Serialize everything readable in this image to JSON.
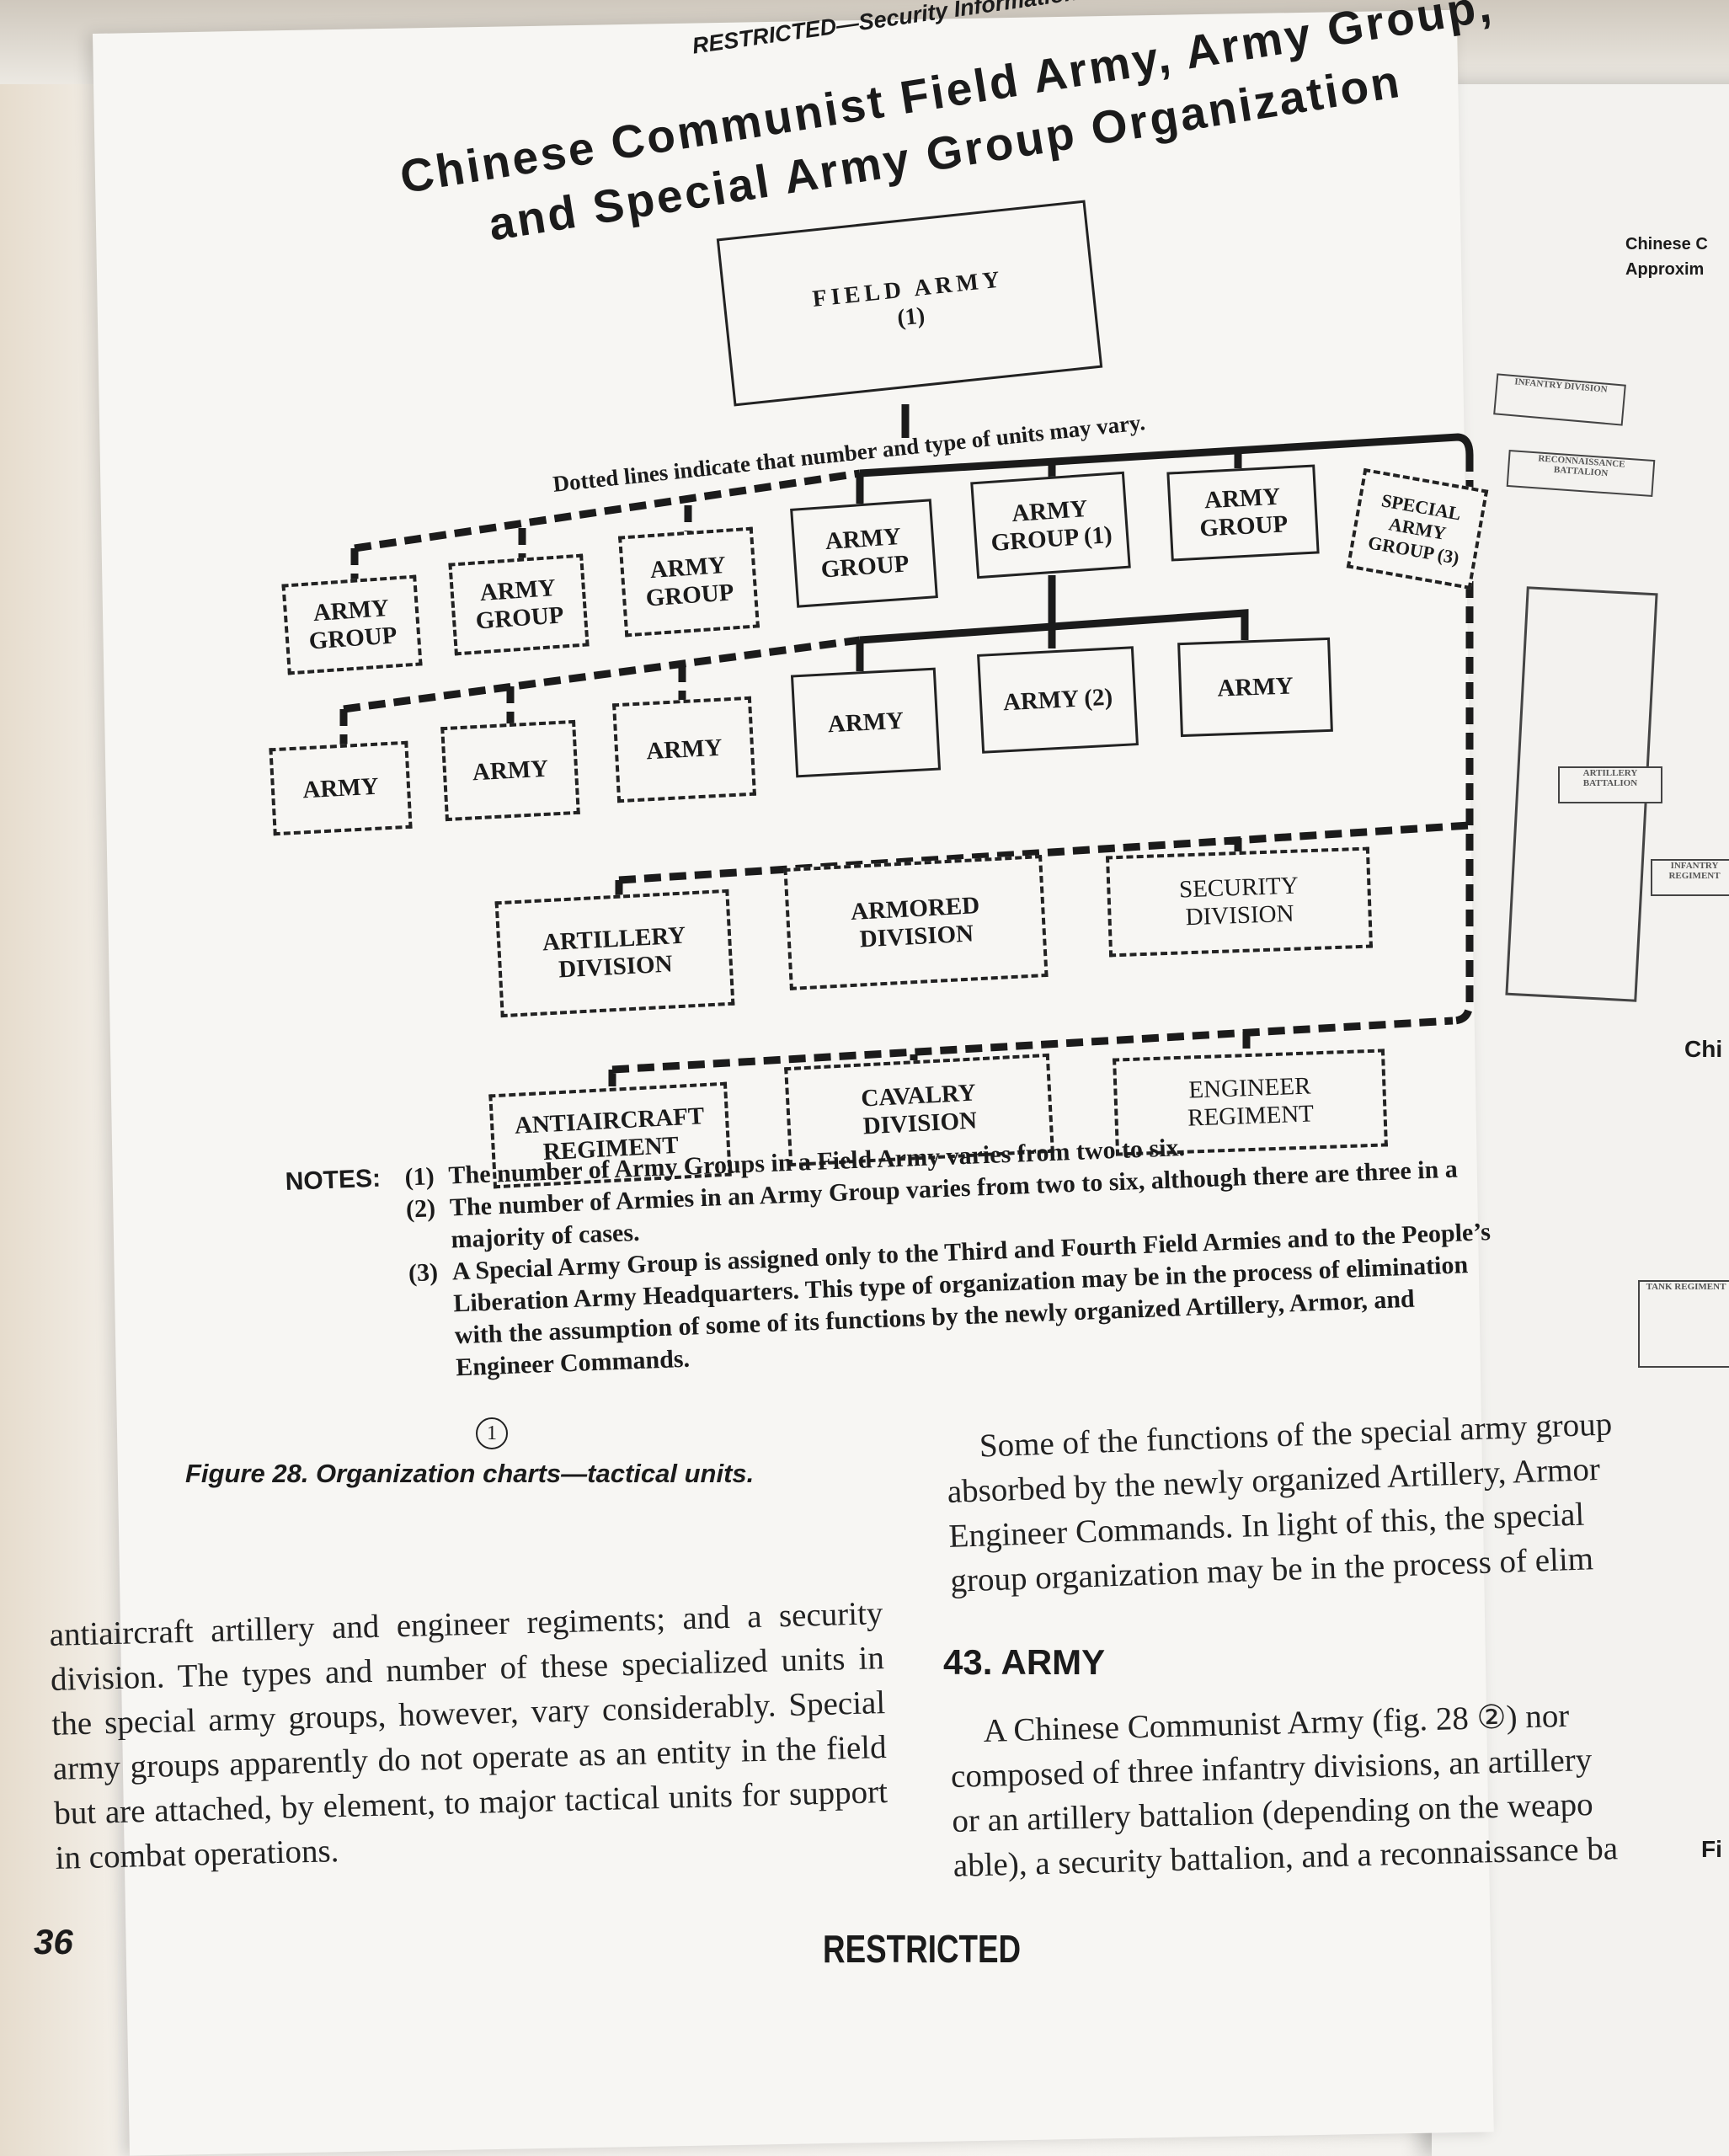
{
  "header": {
    "security_marking": "RESTRICTED—Security Information",
    "title_line1": "Chinese Communist Field Army, Army Group,",
    "title_line2": "and Special Army Group Organization"
  },
  "chart": {
    "dotted_note": "Dotted lines indicate that number and type of units may vary.",
    "field_army": {
      "line1": "FIELD ARMY",
      "line2": "(1)"
    },
    "army_groups": [
      {
        "label": "ARMY GROUP",
        "style": "dashed"
      },
      {
        "label": "ARMY GROUP",
        "style": "dashed"
      },
      {
        "label": "ARMY GROUP",
        "style": "dashed"
      },
      {
        "label": "ARMY GROUP",
        "style": "solid"
      },
      {
        "label": "ARMY GROUP (1)",
        "style": "solid"
      },
      {
        "label": "ARMY GROUP",
        "style": "solid"
      },
      {
        "label": "SPECIAL ARMY GROUP (3)",
        "style": "dashed"
      }
    ],
    "armies": [
      {
        "label": "ARMY",
        "style": "dashed"
      },
      {
        "label": "ARMY",
        "style": "dashed"
      },
      {
        "label": "ARMY",
        "style": "dashed"
      },
      {
        "label": "ARMY",
        "style": "solid"
      },
      {
        "label": "ARMY (2)",
        "style": "solid"
      },
      {
        "label": "ARMY",
        "style": "solid"
      }
    ],
    "special_units_row1": [
      {
        "label": "ARTILLERY DIVISION"
      },
      {
        "label": "ARMORED DIVISION"
      },
      {
        "label": "SECURITY DIVISION"
      }
    ],
    "special_units_row2": [
      {
        "label": "ANTIAIRCRAFT REGIMENT"
      },
      {
        "label": "CAVALRY DIVISION"
      },
      {
        "label": "ENGINEER REGIMENT"
      }
    ]
  },
  "notes": {
    "label": "NOTES:",
    "items": [
      {
        "num": "(1)",
        "text": "The number of Army Groups in a Field Army varies from two to six."
      },
      {
        "num": "(2)",
        "text": "The number of Armies in an Army Group varies from two to six, although there are three in a majority of cases."
      },
      {
        "num": "(3)",
        "text": "A Special Army Group is assigned only to the Third and Fourth Field Armies and to the People’s Liberation Army Headquarters. This type of organization may be in the process of elimination with the assumption of some of its functions by the newly organized Artillery, Armor, and Engineer Commands."
      }
    ],
    "figure_part": "1"
  },
  "figure_caption": "Figure 28. Organization charts—tactical units.",
  "body": {
    "right_para1": "Some of the functions of the special army group absorbed by the newly organized Artillery, Armor Engineer Commands. In light of this, the special group organization may be in the process of elim",
    "left_para": "antiaircraft artillery and engineer regiments; and a security division. The types and number of these specialized units in the special army groups, however, vary considerably. Special army groups apparently do not operate as an entity in the field but are attached, by element, to major tactical units for support in combat operations.",
    "section_heading": "43. ARMY",
    "right_para2": "A Chinese Communist Army (fig. 28 ②) nor composed of three infantry divisions, an artillery or an artillery battalion (depending on the weapo able), a security battalion, and a reconnaissance ba"
  },
  "footer": {
    "page_number": "36",
    "marking": "RESTRICTED"
  },
  "facing_page": {
    "title_line1": "Chinese C",
    "title_line2": "Approxim",
    "boxes": [
      "INFANTRY DIVISION",
      "RECONNAISSANCE BATTALION",
      "ARTILLERY BATTALION",
      "INFANTRY REGIMENT",
      "TANK REGIMENT"
    ],
    "partial_heading": "Chi",
    "partial_caption": "Fi"
  },
  "colors": {
    "ink": "#1b1b1b",
    "paper": "#f7f6f3"
  }
}
